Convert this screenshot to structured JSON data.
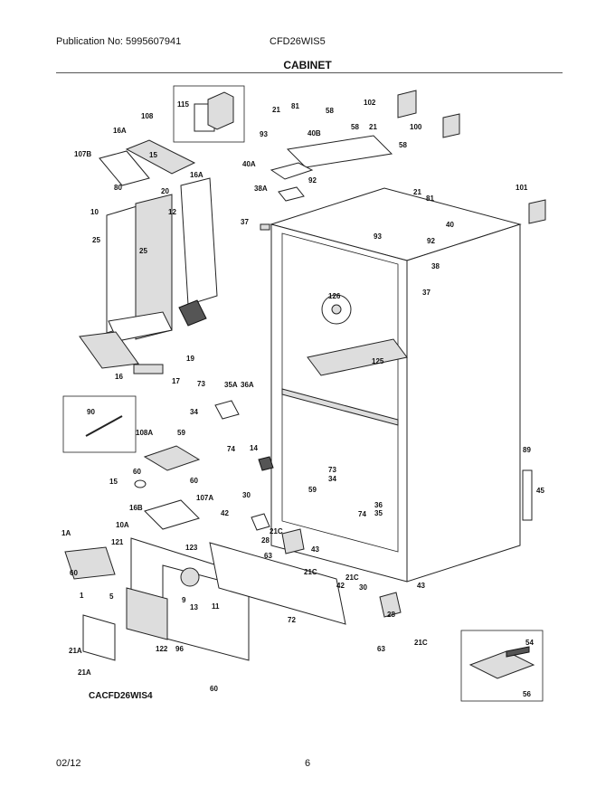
{
  "header": {
    "publication": "Publication No: 5995607941",
    "model": "CFD26WIS5",
    "title": "CABINET"
  },
  "footer": {
    "date": "02/12",
    "page": "6"
  },
  "diagram_code": "CACFD26WIS4",
  "labels": [
    "115",
    "108",
    "16A",
    "15",
    "107B",
    "16A",
    "80",
    "20",
    "10",
    "12",
    "25",
    "25",
    "16",
    "17",
    "19",
    "21",
    "81",
    "58",
    "93",
    "40B",
    "58",
    "21",
    "102",
    "100",
    "40A",
    "58",
    "38A",
    "92",
    "37",
    "101",
    "21",
    "81",
    "40",
    "93",
    "92",
    "38",
    "37",
    "126",
    "125",
    "90",
    "73",
    "35A",
    "36A",
    "34",
    "59",
    "74",
    "108A",
    "14",
    "60",
    "60",
    "15",
    "16B",
    "107A",
    "89",
    "45",
    "73",
    "34",
    "59",
    "36",
    "74",
    "35",
    "30",
    "42",
    "21C",
    "28",
    "63",
    "43",
    "1A",
    "10A",
    "121",
    "123",
    "60",
    "21C",
    "9",
    "5",
    "13",
    "11",
    "1",
    "72",
    "21C",
    "42",
    "30",
    "43",
    "28",
    "63",
    "21C",
    "21A",
    "122",
    "96",
    "21A",
    "60",
    "54",
    "56"
  ]
}
